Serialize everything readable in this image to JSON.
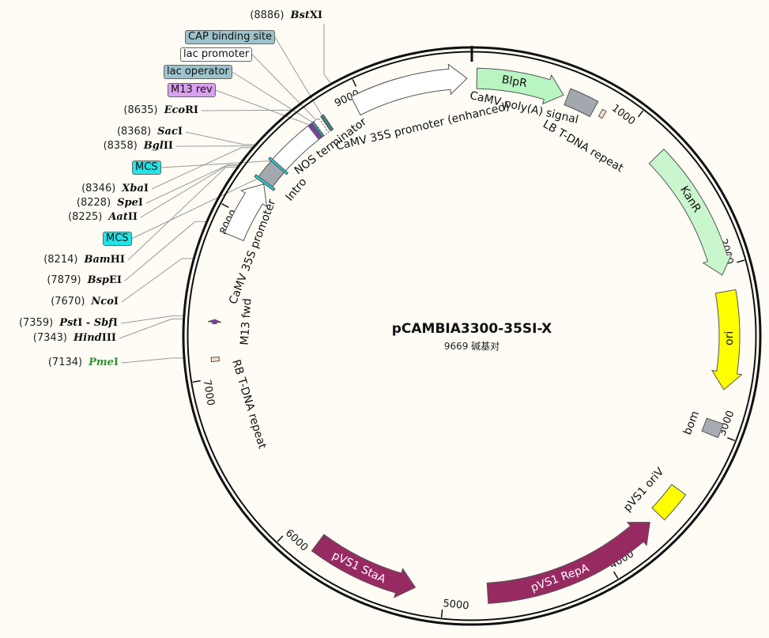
{
  "plasmid": {
    "name": "pCAMBIA3300-35SI-X",
    "length": 9669,
    "length_label": "9669 碱基对"
  },
  "ticks": [
    "1000",
    "2000",
    "3000",
    "4000",
    "5000",
    "6000",
    "7000",
    "8000",
    "9000"
  ],
  "features": [
    {
      "label": "BlpR",
      "start": 30,
      "end": 560,
      "dir": "fwd",
      "shape": "arrow",
      "color": "#b8f5c2",
      "text_inside": true
    },
    {
      "label": "CaMV poly(A) signal",
      "start": 585,
      "end": 760,
      "dir": "none",
      "shape": "box",
      "color": "#a3a7ae",
      "text_inside": false
    },
    {
      "label": "LB T-DNA repeat",
      "start": 805,
      "end": 830,
      "dir": "none",
      "shape": "box",
      "color": "#f6dcc2",
      "text_inside": false
    },
    {
      "label": "KanR",
      "start": 1230,
      "end": 2050,
      "dir": "fwd",
      "shape": "arrow",
      "color": "#c9f6cd",
      "text_inside": true
    },
    {
      "label": "ori",
      "start": 2150,
      "end": 2740,
      "dir": "fwd",
      "shape": "arrow",
      "color": "#ffff00",
      "text_inside": true
    },
    {
      "label": "bom",
      "start": 2935,
      "end": 3020,
      "dir": "none",
      "shape": "box",
      "color": "#a8abb2",
      "text_inside": false
    },
    {
      "label": "pVS1 oriV",
      "start": 3400,
      "end": 3590,
      "dir": "none",
      "shape": "box",
      "color": "#ffff00",
      "text_inside": false
    },
    {
      "label": "pVS1 RepA",
      "start": 3660,
      "end": 4740,
      "dir": "rev",
      "shape": "arrow",
      "color": "#982a62",
      "text_inside": true
    },
    {
      "label": "pVS1 StaA",
      "start": 5175,
      "end": 5820,
      "dir": "rev",
      "shape": "arrow",
      "color": "#982a62",
      "text_inside": true
    },
    {
      "label": "RB T-DNA repeat",
      "start": 7100,
      "end": 7125,
      "dir": "none",
      "shape": "box",
      "color": "#f6dcc2",
      "text_inside": false
    },
    {
      "label": "M13 fwd",
      "start": 7325,
      "end": 7350,
      "dir": "fwd",
      "shape": "thin",
      "color": "#8a2fc9",
      "text_inside": false
    },
    {
      "label": "CaMV 35S promoter",
      "start": 7860,
      "end": 8222,
      "dir": "fwd",
      "shape": "arrow",
      "color": "#ffffff",
      "text_inside": false
    },
    {
      "label": "Intro",
      "start": 8225,
      "end": 8365,
      "dir": "none",
      "shape": "box",
      "color": "#a3a7ae",
      "text_inside": false
    },
    {
      "label": "NOS terminator",
      "start": 8368,
      "end": 8650,
      "dir": "none",
      "shape": "box",
      "color": "#ffffff",
      "text_inside": false
    },
    {
      "label": "",
      "start": 8655,
      "end": 8672,
      "dir": "fwd",
      "shape": "small",
      "color": "#8a2fc9",
      "text_inside": false
    },
    {
      "label": "",
      "start": 8676,
      "end": 8692,
      "dir": "none",
      "shape": "small",
      "color": "#3f8f93",
      "text_inside": false
    },
    {
      "label": "",
      "start": 8692,
      "end": 8725,
      "dir": "none",
      "shape": "dashed",
      "color": "#ffffff",
      "text_inside": false
    },
    {
      "label": "",
      "start": 8740,
      "end": 8760,
      "dir": "none",
      "shape": "small",
      "color": "#3f8080",
      "text_inside": false
    },
    {
      "label": "CaMV 35S promoter (enhanced)",
      "start": 8950,
      "end": 9640,
      "dir": "fwd",
      "shape": "arrow",
      "color": "#ffffff",
      "text_inside": false
    },
    {
      "label": "",
      "start": 8225,
      "end": 8240,
      "dir": "none",
      "shape": "small",
      "color": "#19d6e3",
      "text_inside": false
    },
    {
      "label": "",
      "start": 8355,
      "end": 8368,
      "dir": "none",
      "shape": "small",
      "color": "#19d6e3",
      "text_inside": false
    }
  ],
  "callouts": [
    {
      "label": "CAP binding site",
      "bp": 8750,
      "color": "#9cc3cc"
    },
    {
      "label": "lac promoter",
      "bp": 8708,
      "color": "#ffffff"
    },
    {
      "label": "lac operator",
      "bp": 8684,
      "color": "#9cc3cc"
    },
    {
      "label": "M13 rev",
      "bp": 8663,
      "color": "#dca0f0"
    },
    {
      "label": "MCS",
      "bp": 8360,
      "color": "#22e4e8"
    },
    {
      "label": "MCS",
      "bp": 8230,
      "color": "#22e4e8"
    }
  ],
  "enzymes": [
    {
      "pos": "(8886)",
      "bp": 8886,
      "parts": [
        {
          "t": "Bst",
          "i": true
        },
        {
          "t": "XI"
        }
      ]
    },
    {
      "pos": "(8635)",
      "bp": 8635,
      "parts": [
        {
          "t": "Eco",
          "i": true
        },
        {
          "t": "RI"
        }
      ]
    },
    {
      "pos": "(8368)",
      "bp": 8368,
      "parts": [
        {
          "t": "Sac",
          "i": true
        },
        {
          "t": "I"
        }
      ]
    },
    {
      "pos": "(8358)",
      "bp": 8358,
      "parts": [
        {
          "t": "Bgl",
          "i": true
        },
        {
          "t": "II"
        }
      ]
    },
    {
      "pos": "(8346)",
      "bp": 8346,
      "parts": [
        {
          "t": "Xba",
          "i": true
        },
        {
          "t": "I"
        }
      ]
    },
    {
      "pos": "(8228)",
      "bp": 8228,
      "parts": [
        {
          "t": "Spe",
          "i": true
        },
        {
          "t": "I"
        }
      ]
    },
    {
      "pos": "(8225)",
      "bp": 8225,
      "parts": [
        {
          "t": "Aat",
          "i": true
        },
        {
          "t": "II"
        }
      ]
    },
    {
      "pos": "(8214)",
      "bp": 8214,
      "parts": [
        {
          "t": "Bam",
          "i": true
        },
        {
          "t": "HI"
        }
      ]
    },
    {
      "pos": "(7879)",
      "bp": 7879,
      "parts": [
        {
          "t": "Bsp",
          "i": true
        },
        {
          "t": "EI"
        }
      ]
    },
    {
      "pos": "(7670)",
      "bp": 7670,
      "parts": [
        {
          "t": "Nco",
          "i": true
        },
        {
          "t": "I"
        }
      ]
    },
    {
      "pos": "(7359)",
      "bp": 7359,
      "parts": [
        {
          "t": "Pst",
          "i": true
        },
        {
          "t": "I - "
        },
        {
          "t": "Sbf",
          "i": true
        },
        {
          "t": "I"
        }
      ]
    },
    {
      "pos": "(7343)",
      "bp": 7343,
      "parts": [
        {
          "t": "Hind",
          "i": true
        },
        {
          "t": "III"
        }
      ]
    },
    {
      "pos": "(7134)",
      "bp": 7134,
      "parts": [
        {
          "t": "Pme",
          "i": true
        },
        {
          "t": "I"
        }
      ],
      "unique": true,
      "color": "#2f8f2f"
    }
  ]
}
